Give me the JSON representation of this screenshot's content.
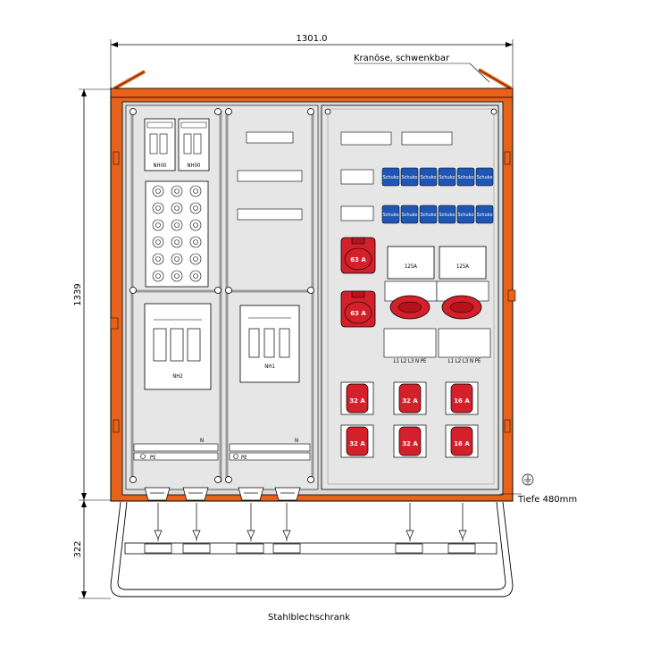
{
  "dimensions": {
    "width": "1301.0",
    "height_cabinet": "1339",
    "height_base": "322"
  },
  "labels": {
    "crane_eye": "Kranöse, schwenkbar",
    "depth": "Tiefe 480mm",
    "material": "Stahlblechschrank",
    "pe_left": "PE",
    "pe_mid": "PE",
    "n_left": "N",
    "n_mid": "N",
    "nh00_a": "NH00",
    "nh00_b": "NH00",
    "nh2": "NH2",
    "nh1": "NH1",
    "fuse_125_a": "125A",
    "fuse_125_b": "125A",
    "terminals_a": "L1 L2 L3 N PE",
    "terminals_b": "L1 L2 L3 N PE"
  },
  "schuko_label": "Schuko",
  "sockets": {
    "cee63_a": "63 A",
    "cee63_b": "63 A",
    "cee32_a": "32 A",
    "cee32_b": "32 A",
    "cee32_c": "32 A",
    "cee32_d": "32 A",
    "cee16_a": "16 A",
    "cee16_b": "16 A"
  },
  "colors": {
    "frame_orange": "#e8621c",
    "panel_grey": "#e6e6e6",
    "socket_red": "#d3202a",
    "schuko_blue": "#1f56b3"
  }
}
